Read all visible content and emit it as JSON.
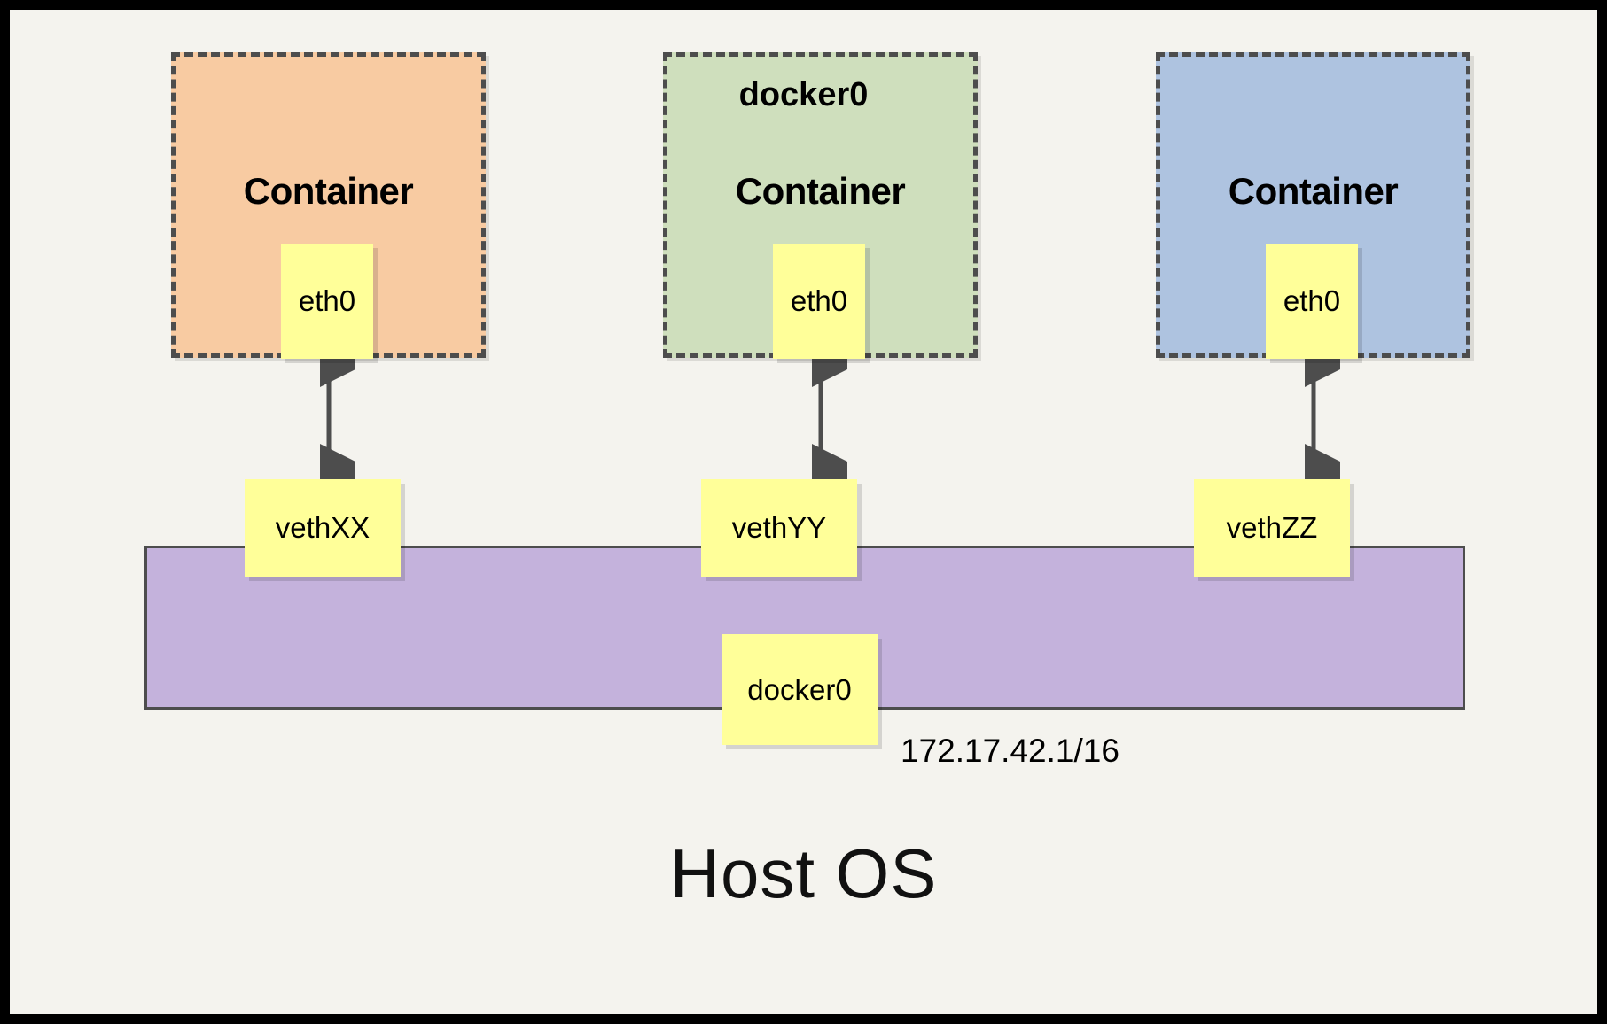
{
  "diagram": {
    "title_bottom": "Host OS",
    "bridge": {
      "name_bold": "docker0",
      "note_label": "docker0",
      "ip": "172.17.42.1/16",
      "fill_color": "#c4b2dc",
      "border_color": "#4d4d4d"
    },
    "background_color": "#f4f3ee",
    "frame_color": "#000000",
    "note_color": "#ffff99",
    "arrow_color": "#4d4d4d",
    "containers": [
      {
        "title": "Container",
        "interface": "eth0",
        "veth": "vethXX",
        "fill_color": "#f8cba2",
        "border_color": "#4d4d4d"
      },
      {
        "title": "Container",
        "interface": "eth0",
        "veth": "vethYY",
        "fill_color": "#cfdfbd",
        "border_color": "#4d4d4d"
      },
      {
        "title": "Container",
        "interface": "eth0",
        "veth": "vethZZ",
        "fill_color": "#aec3e0",
        "border_color": "#4d4d4d"
      }
    ],
    "icons": {
      "link_arrow": "double-headed-arrow"
    }
  }
}
